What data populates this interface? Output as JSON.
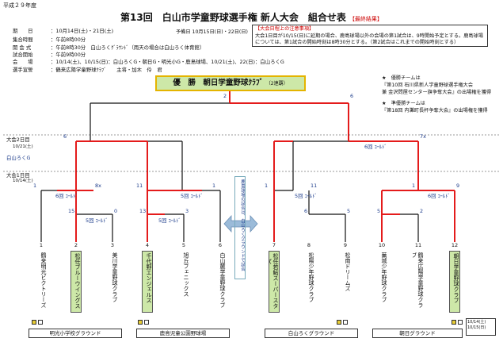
{
  "header": {
    "era": "平成２９年度",
    "title": "第13回　白山市学童野球選手権 新人大会　組合せ表",
    "result_tag": "【最終結果】"
  },
  "info": [
    {
      "label": "期　　日",
      "value": "：10月14日(土)・21日(土)"
    },
    {
      "label": "会　　場",
      "value": "：10/14(土)、10/15(日)：白山ろくG・朝日G・明光小G・鹿島球場、10/21(土)、22(日)：白山ろくG"
    },
    {
      "label": "集合時間",
      "value": "：午前8時00分"
    },
    {
      "label": "開 会 式",
      "value": "：午前8時30分　白山ろくｸﾞﾗｳﾝﾄﾞ（雨天の場合は白山ろく体育館）"
    },
    {
      "label": "試合開始",
      "value": "：午前9時00分"
    },
    {
      "label": "選手宣誓",
      "value": "：鶴来広陽学童野球ｸﾗﾌﾞ　　主将・加木　伶　君"
    }
  ],
  "alt_dates": "予備日 10月15日(日)・22日(日)",
  "notice": {
    "heading": "【大会日程上の注意事項】",
    "body": "大会1日目が10/15(日)に延期の場合、鹿島球場以外の会場の第1試合は、9時開始予定とする。鹿島球場については、第1試合の開始時刻は8時30分とする。（第2試合はこれまでの開始時刻とする）"
  },
  "champion": {
    "label": "優　勝　朝日学童野球ｸﾗﾌﾞ",
    "sub": "（2連覇）"
  },
  "notes": [
    "★　優勝チームは",
    "『第10回 石川県新人学童野球選手権大会",
    "兼 金沢問屋センター旗争奪大会』の出場権を獲得",
    "",
    "★　準優勝チームは",
    "『第18回 内灘町長杯争奪大会』の出場権を獲得"
  ],
  "day2": {
    "label": "大会2日目",
    "date": "10/21(土)",
    "venue": "白山ろくG"
  },
  "day1": {
    "label": "大会1日目",
    "date": "10/14(土)"
  },
  "scores": {
    "final_left": "2",
    "final_right": "6",
    "sf_left": "6",
    "sf_right": "7x",
    "sf_right_note": "6回 ｺｰﾙﾄﾞ",
    "r2_1": "1",
    "r2_2": "8x",
    "r2_2_note": "6回 ｺｰﾙﾄﾞ",
    "r2_3": "11",
    "r2_4": "1",
    "r2_4_note": "5回 ｺｰﾙﾄﾞ",
    "r2_5": "1",
    "r2_6": "11",
    "r2_6_note": "5回 ｺｰﾙﾄﾞ",
    "r2_7": "1",
    "r2_8": "9",
    "r2_8_note": "6回 ｺｰﾙﾄﾞ",
    "r1_a_l": "15",
    "r1_a_r": "0",
    "r1_a_note": "5回 ｺｰﾙﾄﾞ",
    "r1_b_l": "13",
    "r1_b_r": "3",
    "r1_b_note": "5回 ｺｰﾙﾄﾞ",
    "r1_c_l": "6",
    "r1_c_r": "5",
    "r1_d_l": "5",
    "r1_d_r": "2"
  },
  "vertical_note": "鹿島球場の試合は、白山ろくグラウンドで試合",
  "teams": [
    {
      "num": "1",
      "name": "鶴来明光ビクトリーズ",
      "hl": false
    },
    {
      "num": "2",
      "name": "松任ブルーウイングス",
      "hl": true
    },
    {
      "num": "3",
      "name": "美川学童野球クラブ",
      "hl": false
    },
    {
      "num": "4",
      "name": "千代野エンジェルス",
      "hl": true
    },
    {
      "num": "5",
      "name": "旭丘フェニックス",
      "hl": false
    },
    {
      "num": "6",
      "name": "白山麓学童野球クラブ",
      "hl": false
    },
    {
      "num": "7",
      "name": "松任若鮎スーパースターズ",
      "hl": true
    },
    {
      "num": "8",
      "name": "松陽少年野球クラブ",
      "hl": false
    },
    {
      "num": "9",
      "name": "松南ドリームズ",
      "hl": false
    },
    {
      "num": "10",
      "name": "蕪城少年野球クラブ",
      "hl": false
    },
    {
      "num": "11",
      "name": "鶴来広陽学童野球クラブ",
      "hl": false
    },
    {
      "num": "12",
      "name": "朝日学童野球クラブ",
      "hl": true
    }
  ],
  "venues": [
    "明光小学校グラウンド",
    "鹿島児童公園野球場",
    "白山ろくグラウンド",
    "朝日グラウンド"
  ],
  "date_box": [
    "10/14(土)",
    "10/15(日)"
  ],
  "colors": {
    "winner_line": "#e41b1b",
    "loser_line": "#111111",
    "highlight": "#cde8a8",
    "champion_border": "#e4b400"
  }
}
